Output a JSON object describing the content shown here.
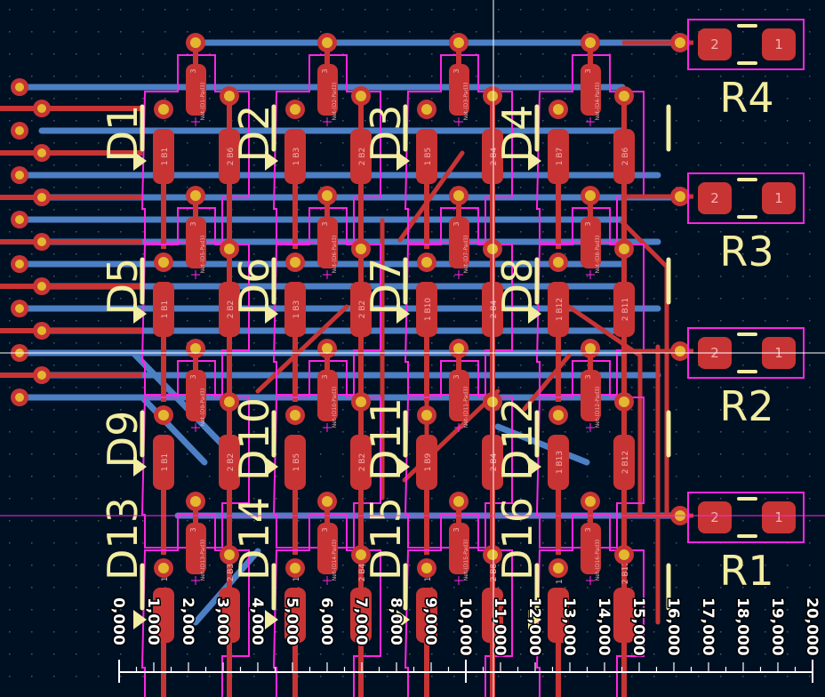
{
  "colors": {
    "background": "#001023",
    "front_copper": "#c83434",
    "back_copper": "#4d7fc4",
    "silkscreen": "#f2eda1",
    "courtyard": "#ff26e2",
    "via_drill": "#e3b72f",
    "grid_dot": "#4a5566",
    "cursor": "#ffffff"
  },
  "diodes": [
    {
      "ref": "D1",
      "pad1": "1 B1",
      "pad2": "2 B6",
      "pad3": "3",
      "net": "Net-(D1-Pad3)"
    },
    {
      "ref": "D2",
      "pad1": "1 B3",
      "pad2": "2 B2",
      "pad3": "3",
      "net": "Net-(D2-Pad3)"
    },
    {
      "ref": "D3",
      "pad1": "1 B5",
      "pad2": "2 B4",
      "pad3": "3",
      "net": "Net-(D3-Pad3)"
    },
    {
      "ref": "D4",
      "pad1": "1 B7",
      "pad2": "2 B6",
      "pad3": "3",
      "net": "Net-(D4-Pad3)"
    },
    {
      "ref": "D5",
      "pad1": "1 B1",
      "pad2": "2 B2",
      "pad3": "3",
      "net": "Net-(D5-Pad3)"
    },
    {
      "ref": "D6",
      "pad1": "1 B3",
      "pad2": "2 B2",
      "pad3": "3",
      "net": "Net-(D6-Pad3)"
    },
    {
      "ref": "D7",
      "pad1": "1 B10",
      "pad2": "2 B4",
      "pad3": "3",
      "net": "Net-(D7-Pad3)"
    },
    {
      "ref": "D8",
      "pad1": "1 B12",
      "pad2": "2 B11",
      "pad3": "3",
      "net": "Net-(D8-Pad3)"
    },
    {
      "ref": "D9",
      "pad1": "1 B1",
      "pad2": "2 B2",
      "pad3": "3",
      "net": "Net-(D9-Pad3)"
    },
    {
      "ref": "D10",
      "pad1": "1 B5",
      "pad2": "2 B2",
      "pad3": "3",
      "net": "Net-(D10-Pad3)"
    },
    {
      "ref": "D11",
      "pad1": "1 B9",
      "pad2": "2 B4",
      "pad3": "3",
      "net": "Net-(D11-Pad3)"
    },
    {
      "ref": "D12",
      "pad1": "1 B13",
      "pad2": "2 B12",
      "pad3": "3",
      "net": "Net-(D12-Pad3)"
    },
    {
      "ref": "D13",
      "pad1": "1 B2",
      "pad2": "2 B3",
      "pad3": "3",
      "net": "Net-(D13-Pad3)"
    },
    {
      "ref": "D14",
      "pad1": "1 B3",
      "pad2": "2 B4",
      "pad3": "3",
      "net": "Net-(D14-Pad3)"
    },
    {
      "ref": "D15",
      "pad1": "1 B7",
      "pad2": "2 B8",
      "pad3": "3",
      "net": "Net-(D15-Pad3)"
    },
    {
      "ref": "D16",
      "pad1": "1 B12",
      "pad2": "2 B12",
      "pad3": "3",
      "net": "Net-(D16-Pad3)"
    }
  ],
  "resistors": [
    {
      "ref": "R4",
      "pad1": "1",
      "pad2": "2"
    },
    {
      "ref": "R3",
      "pad1": "1",
      "pad2": "2"
    },
    {
      "ref": "R2",
      "pad1": "1",
      "pad2": "2"
    },
    {
      "ref": "R1",
      "pad1": "1",
      "pad2": "2"
    }
  ],
  "ruler": {
    "labels": [
      "0,000",
      "1,000",
      "2,000",
      "3,000",
      "4,000",
      "5,000",
      "6,000",
      "7,000",
      "8,000",
      "9,000",
      "10,000",
      "11,000",
      "12,000",
      "13,000",
      "14,000",
      "15,000",
      "16,000",
      "17,000",
      "18,000",
      "19,000",
      "20,000"
    ]
  }
}
